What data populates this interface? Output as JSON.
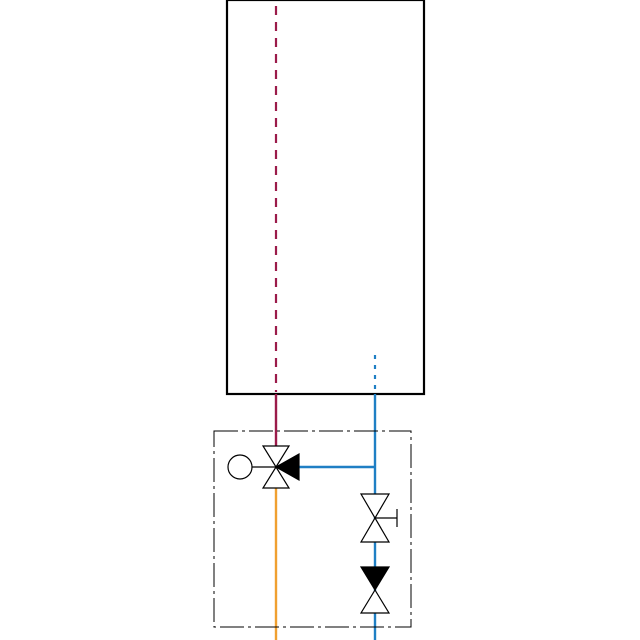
{
  "colors": {
    "background": "#ffffff",
    "outline": "#000000",
    "hot_water": "#9b1b4a",
    "cold_water": "#1f7fc4",
    "mixed_water": "#f0a030",
    "valve_fill_dark": "#000000",
    "valve_fill_light": "#ffffff"
  },
  "components": [
    {
      "name": "storage-tank",
      "kind": "tank"
    },
    {
      "name": "hot-water-pipe",
      "kind": "pipe",
      "color_key": "hot_water",
      "style": "dashed-inside-tank"
    },
    {
      "name": "cold-water-pipe",
      "kind": "pipe",
      "color_key": "cold_water"
    },
    {
      "name": "mixed-water-pipe",
      "kind": "pipe",
      "color_key": "mixed_water"
    },
    {
      "name": "thermostatic-mixing-valve",
      "kind": "three-way-valve"
    },
    {
      "name": "valve-actuator",
      "kind": "actuator"
    },
    {
      "name": "shutoff-valve",
      "kind": "two-way-valve"
    },
    {
      "name": "check-valve",
      "kind": "non-return-valve"
    },
    {
      "name": "mixing-group-boundary",
      "kind": "dash-dot-box"
    }
  ]
}
